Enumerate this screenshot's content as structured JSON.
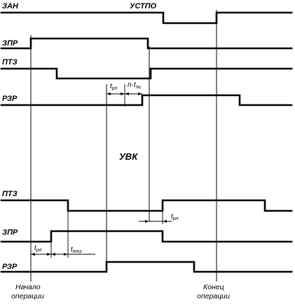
{
  "signals": {
    "zan": "ЗАН",
    "zpr_top": "ЗПР",
    "ptz_top": "ПТЗ",
    "rzr_top": "РЗР",
    "ptz_bottom": "ПТЗ",
    "zpr_bottom": "ЗПР",
    "rzr_bottom": "РЗР"
  },
  "labels": {
    "ustpo": "УСТПО",
    "uvk": "УВК"
  },
  "timing": {
    "t1_main": "t",
    "t1_sub": "рл",
    "t2_main": "n·t",
    "t2_sub": "зц",
    "t3_main": "t",
    "t3_sub": "рл",
    "t4_main": "t",
    "t4_sub": "рл",
    "t5_main": "t",
    "t5_sub": "птз"
  },
  "annotations": {
    "start_line1": "Начало",
    "start_line2": "операции",
    "end_line1": "Конец",
    "end_line2": "операции"
  }
}
